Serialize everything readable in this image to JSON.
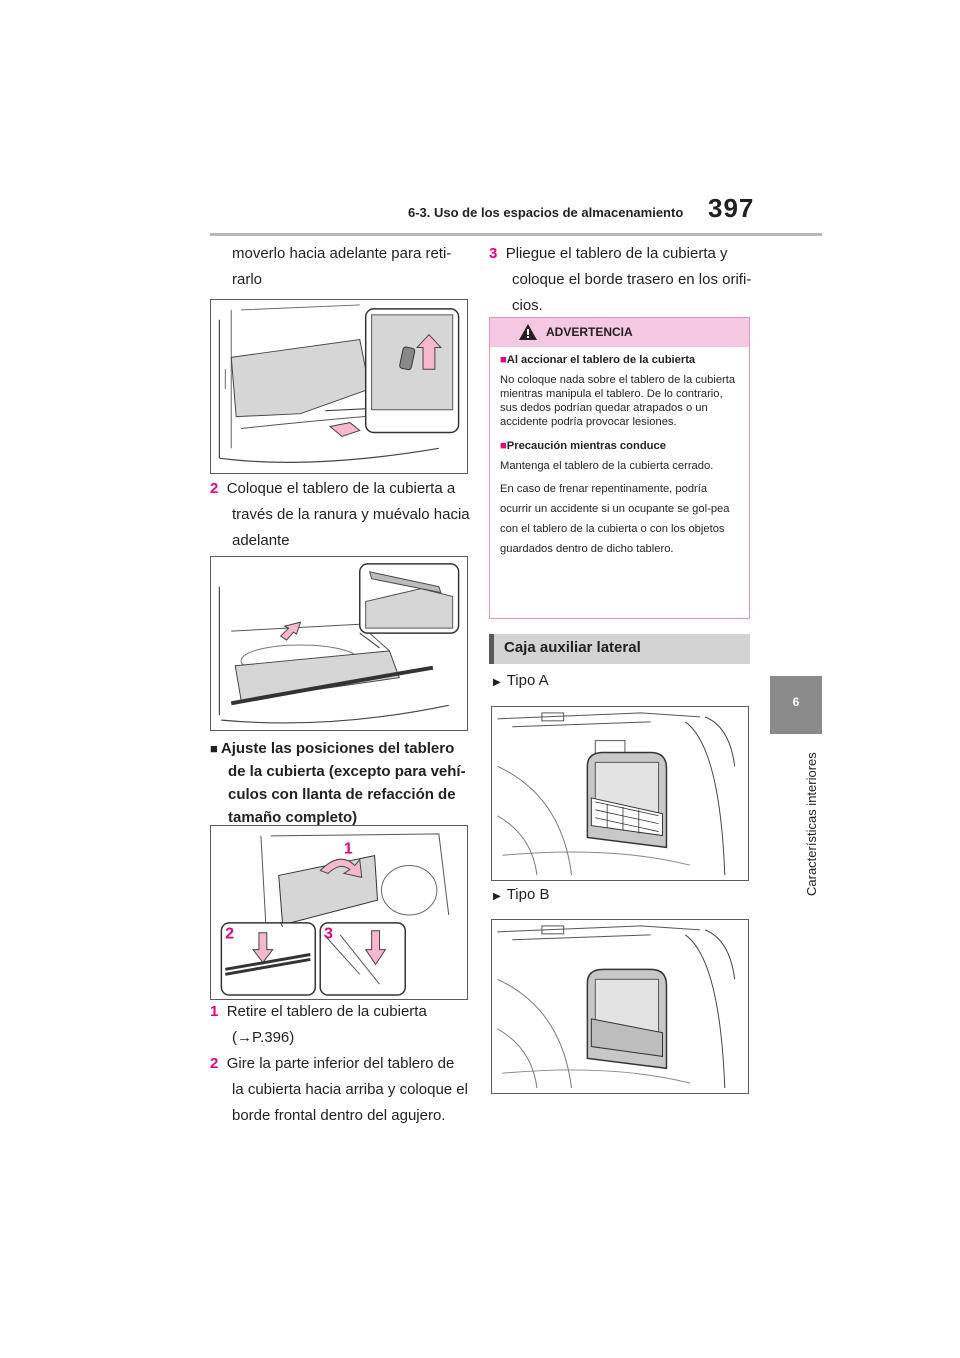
{
  "header": {
    "section_title": "6-3. Uso de los espacios de almacenamiento",
    "page_number": "397"
  },
  "side_tab": {
    "chapter_number": "6",
    "chapter_label": "Características interiores"
  },
  "left_column": {
    "intro_line1": "moverlo hacia adelante para reti-",
    "intro_line2": "rarlo",
    "step2_num": "2",
    "step2_line1": "Coloque el tablero de la cubierta a",
    "step2_line2": "través de la ranura y muévalo hacia",
    "step2_line3": "adelante",
    "heading_line1": "Ajuste las posiciones del tablero",
    "heading_line2": "de la cubierta (excepto para vehí-",
    "heading_line3": "culos con llanta de refacción de",
    "heading_line4": "tamaño completo)",
    "fig3_callout1": "1",
    "fig3_callout2": "2",
    "fig3_callout3": "3",
    "stepA_num": "1",
    "stepA_line1": "Retire el tablero de la cubierta",
    "stepA_line2": "(→P.396)",
    "stepB_num": "2",
    "stepB_line1": "Gire la parte inferior del tablero de",
    "stepB_line2": "la cubierta hacia arriba y coloque el",
    "stepB_line3": "borde frontal dentro del agujero."
  },
  "right_column": {
    "step3_num": "3",
    "step3_line1": "Pliegue el tablero de la cubierta y",
    "step3_line2": "coloque el borde trasero en los orifi-",
    "step3_line3": "cios.",
    "warning": {
      "title": "ADVERTENCIA",
      "h1": "Al accionar el tablero de la cubierta",
      "p1": "No coloque nada sobre el tablero de la cubierta mientras manipula el tablero. De lo contrario, sus dedos podrían quedar atrapados o un accidente podría provocar lesiones.",
      "h2": "Precaución mientras conduce",
      "p2": "Mantenga el tablero de la cubierta cerrado.",
      "p3": "En caso de frenar repentinamente, podría ocurrir un accidente si un ocupante se gol-pea con el tablero de la cubierta o con los objetos guardados dentro de dicho tablero."
    },
    "section_title": "Caja auxiliar lateral",
    "type_a": "Tipo A",
    "type_b": "Tipo B"
  },
  "colors": {
    "accent_pink": "#e4007f",
    "warning_bg": "#f5c8e1",
    "tab_gray": "#8a8a8a"
  }
}
